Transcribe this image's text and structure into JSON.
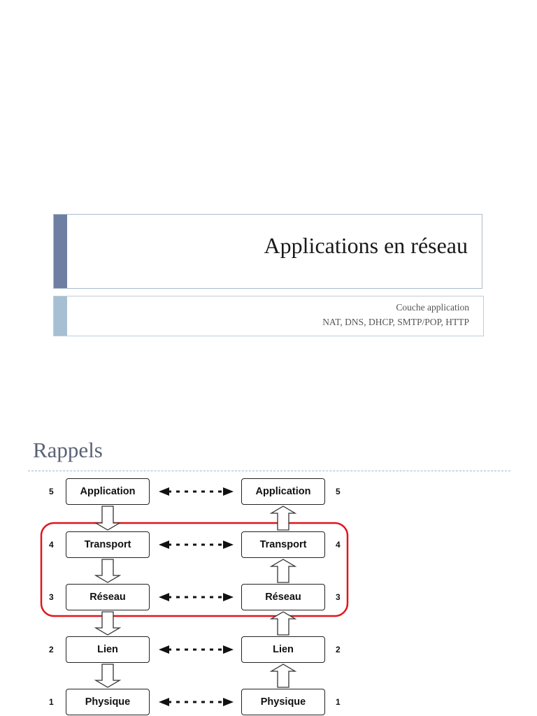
{
  "slide1": {
    "title": "Applications en réseau",
    "subtitle_line1": "Couche application",
    "subtitle_line2": "NAT, DNS, DHCP, SMTP/POP, HTTP",
    "colors": {
      "accent_dark": "#6f7fa3",
      "accent_light": "#a7bfd3"
    }
  },
  "slide2": {
    "title": "Rappels",
    "highlight_color": "#e0151b",
    "left_stack": [
      {
        "label": "Application",
        "number": "5"
      },
      {
        "label": "Transport",
        "number": "4"
      },
      {
        "label": "Réseau",
        "number": "3"
      },
      {
        "label": "Lien",
        "number": "2"
      },
      {
        "label": "Physique",
        "number": "1"
      }
    ],
    "right_stack": [
      {
        "label": "Application",
        "number": "5"
      },
      {
        "label": "Transport",
        "number": "4"
      },
      {
        "label": "Réseau",
        "number": "3"
      },
      {
        "label": "Lien",
        "number": "2"
      },
      {
        "label": "Physique",
        "number": "1"
      }
    ],
    "icons": {
      "peer": "dashed-double-arrow-icon",
      "down": "hollow-down-arrow-icon",
      "up": "hollow-up-arrow-icon"
    }
  }
}
